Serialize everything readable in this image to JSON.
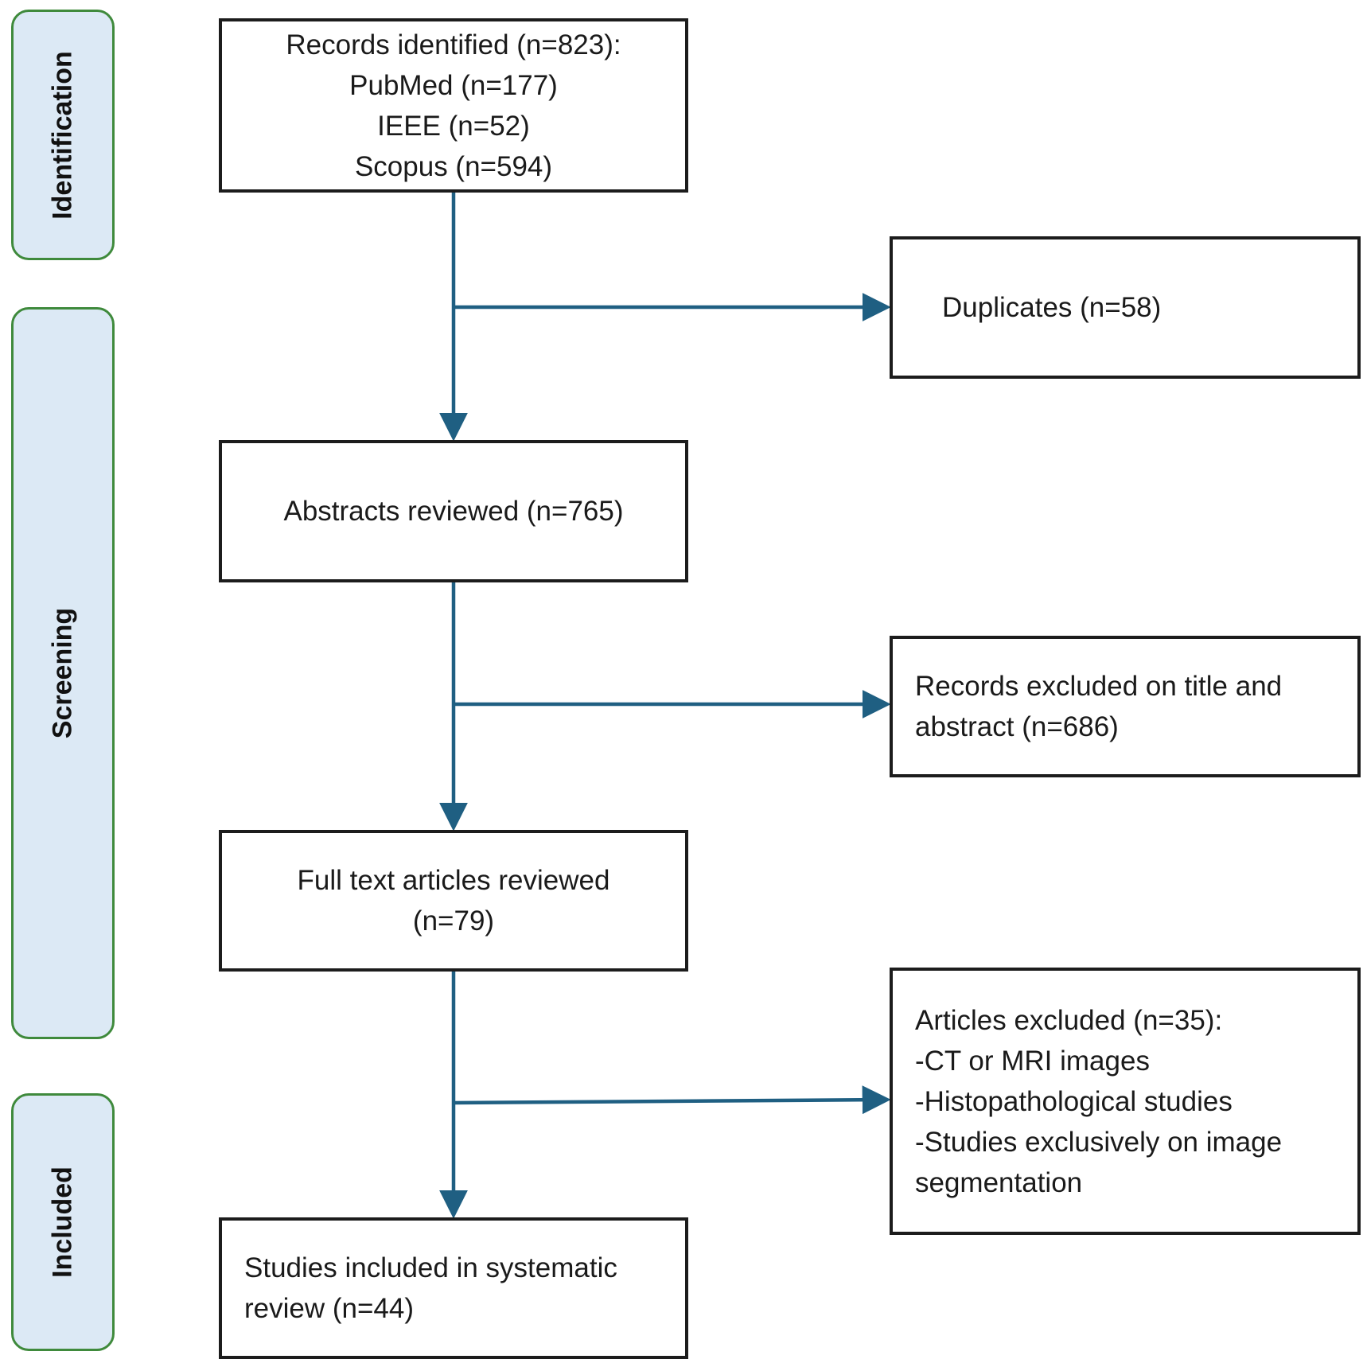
{
  "phases": {
    "identification": "Identification",
    "screening": "Screening",
    "included": "Included"
  },
  "boxes": {
    "records_identified": {
      "lines": [
        "Records identified (n=823):",
        "PubMed (n=177)",
        "IEEE (n=52)",
        "Scopus (n=594)"
      ]
    },
    "duplicates": {
      "lines": [
        "Duplicates (n=58)"
      ]
    },
    "abstracts_reviewed": {
      "lines": [
        "Abstracts reviewed (n=765)"
      ]
    },
    "records_excluded": {
      "lines": [
        "Records excluded on title and",
        "abstract (n=686)"
      ]
    },
    "full_text_reviewed": {
      "lines": [
        "Full text articles reviewed",
        "(n=79)"
      ]
    },
    "articles_excluded": {
      "lines": [
        "Articles excluded (n=35):",
        "-CT or MRI images",
        "-Histopathological studies",
        "-Studies exclusively on image",
        "segmentation"
      ]
    },
    "studies_included": {
      "lines": [
        "Studies included in systematic",
        "review (n=44)"
      ]
    }
  },
  "colors": {
    "arrow": "#1f5f82",
    "phase_fill": "#dce9f5",
    "phase_border": "#3f8a3c",
    "box_border": "#1c1c1c"
  }
}
